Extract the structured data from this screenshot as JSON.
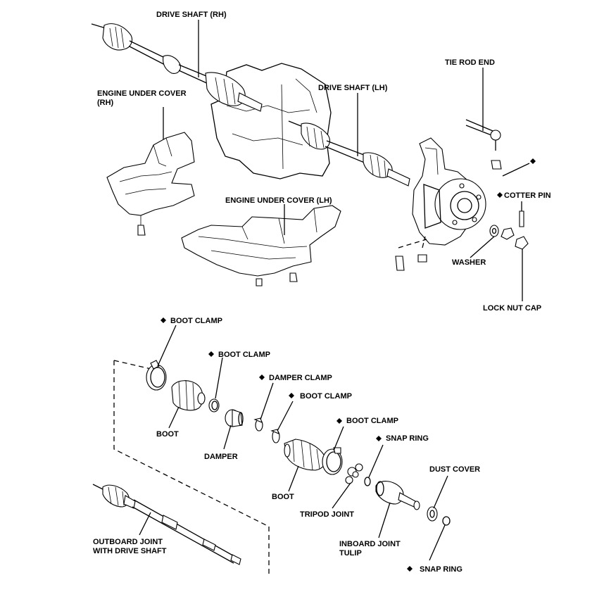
{
  "labels": {
    "drive_shaft_rh": "DRIVE SHAFT (RH)",
    "drive_shaft_lh": "DRIVE SHAFT (LH)",
    "tie_rod_end": "TIE ROD END",
    "engine_under_cover_rh_line1": "ENGINE UNDER COVER",
    "engine_under_cover_rh_line2": "(RH)",
    "engine_under_cover_lh": "ENGINE UNDER COVER (LH)",
    "cotter_pin": "COTTER PIN",
    "washer": "WASHER",
    "lock_nut_cap": "LOCK NUT CAP",
    "boot_clamp_1": "BOOT CLAMP",
    "boot_clamp_2": "BOOT CLAMP",
    "damper_clamp": "DAMPER CLAMP",
    "boot_clamp_3": "BOOT CLAMP",
    "boot_clamp_4": "BOOT CLAMP",
    "snap_ring_1": "SNAP RING",
    "dust_cover": "DUST COVER",
    "boot_1": "BOOT",
    "damper": "DAMPER",
    "boot_2": "BOOT",
    "tripod_joint": "TRIPOD JOINT",
    "inboard_joint_line1": "INBOARD JOINT",
    "inboard_joint_line2": "TULIP",
    "outboard_joint_line1": "OUTBOARD JOINT",
    "outboard_joint_line2": "WITH DRIVE SHAFT",
    "snap_ring_2": "SNAP RING"
  },
  "symbols": {
    "non_reusable_marker": "diamond-icon"
  }
}
